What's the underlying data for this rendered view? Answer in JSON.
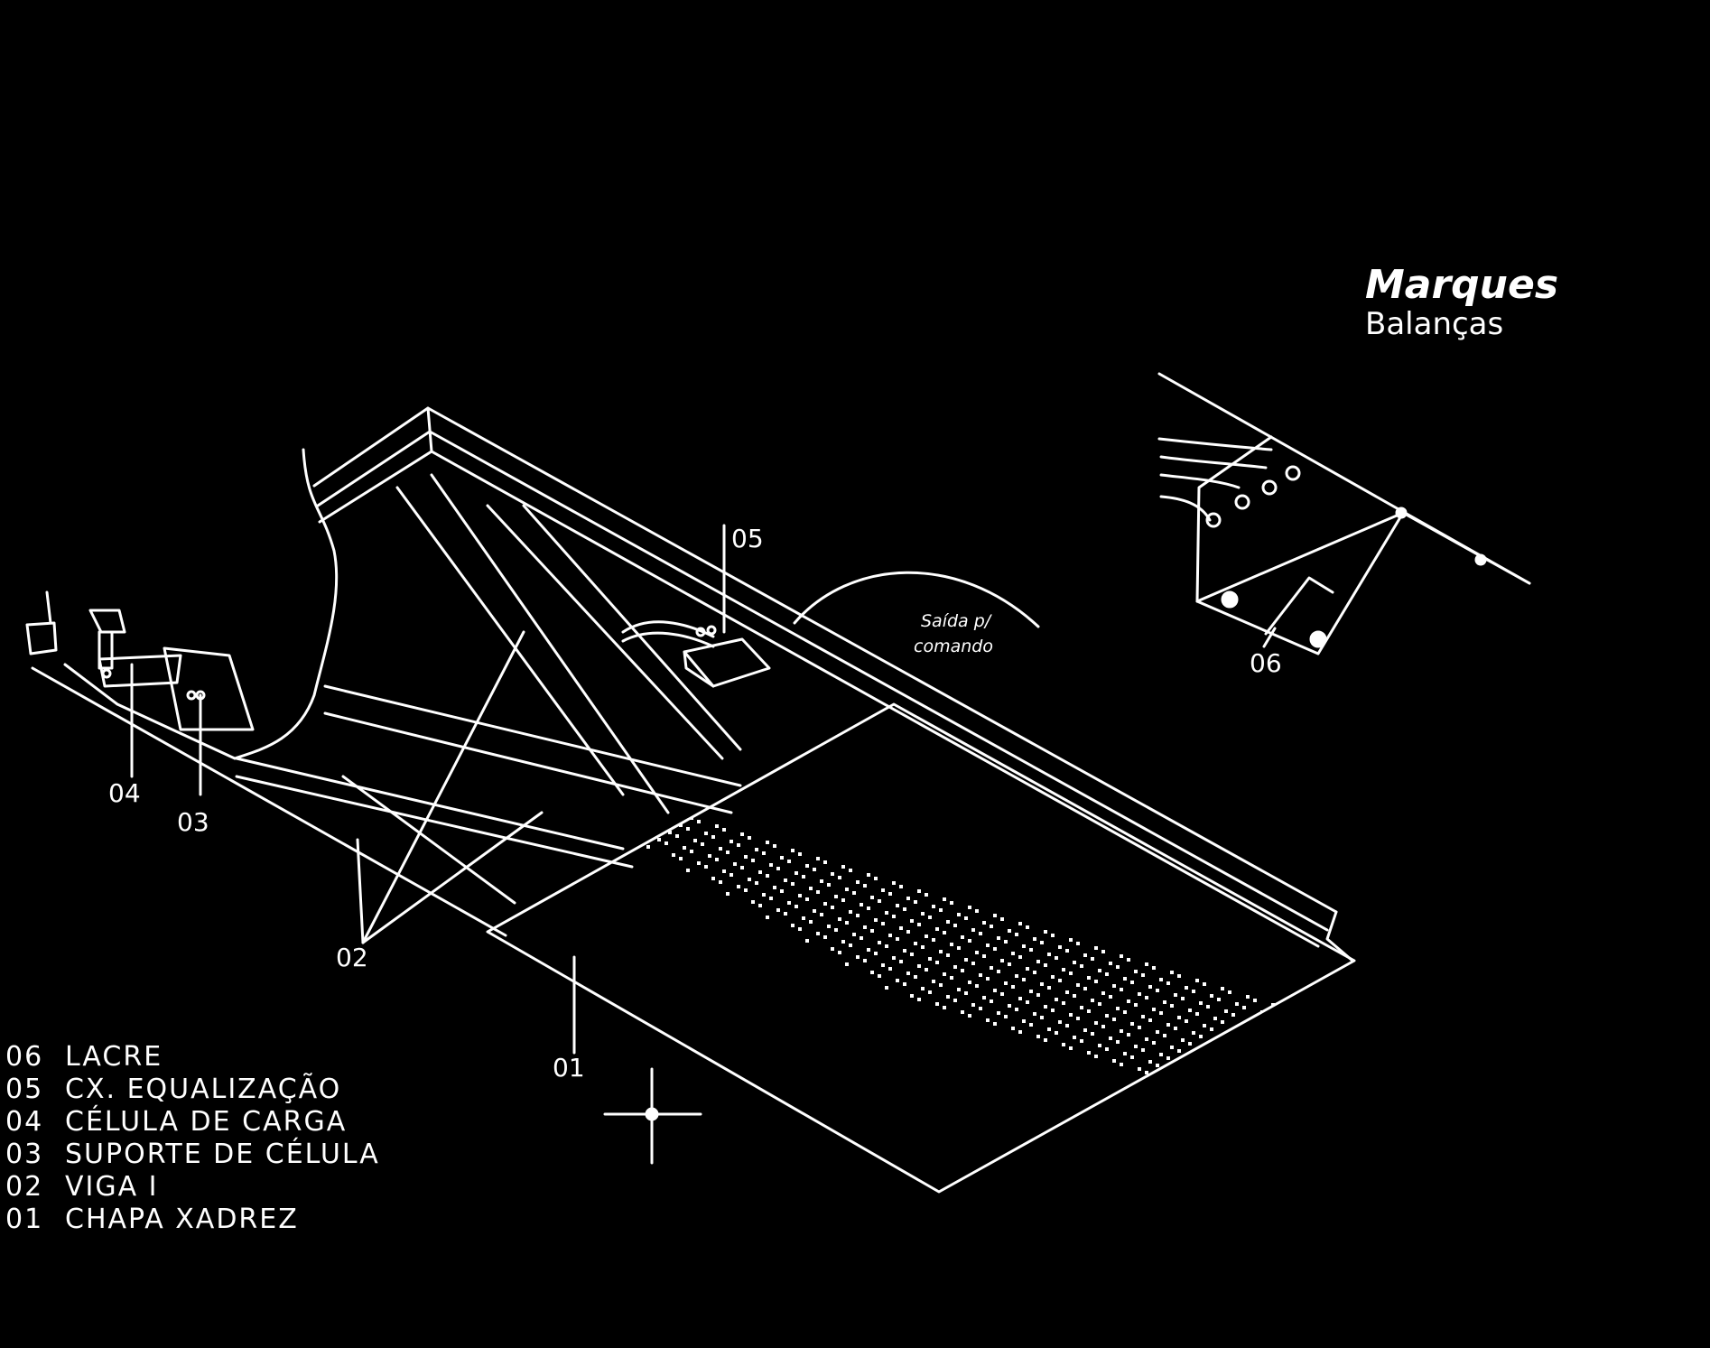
{
  "logo": {
    "brand": "Marques",
    "subtitle": "Balanças"
  },
  "note": {
    "line1": "Saída p/",
    "line2": "comando"
  },
  "callouts": {
    "c01": "01",
    "c02": "02",
    "c03": "03",
    "c04": "04",
    "c05": "05",
    "c06": "06"
  },
  "legend": [
    {
      "code": "06",
      "text": "LACRE"
    },
    {
      "code": "05",
      "text": "CX. EQUALIZAÇÃO"
    },
    {
      "code": "04",
      "text": "CÉLULA DE CARGA"
    },
    {
      "code": "03",
      "text": "SUPORTE DE CÉLULA"
    },
    {
      "code": "02",
      "text": "VIGA I"
    },
    {
      "code": "01",
      "text": "CHAPA XADREZ"
    }
  ],
  "colors": {
    "background": "#000000",
    "ink": "#ffffff"
  }
}
